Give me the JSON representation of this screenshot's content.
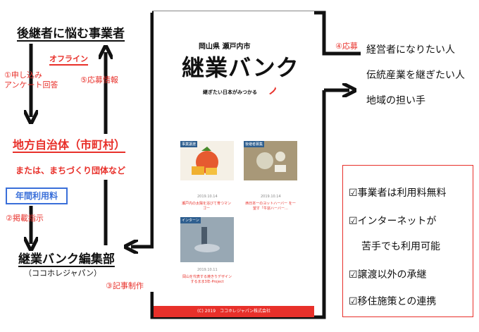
{
  "nodes": {
    "top_business": "後継者に悩む事業者",
    "offline": "オフライン",
    "step1": "①申し込み\nアンケート回答",
    "step5": "⑤応募情報",
    "local_gov": "地方自治体（市町村）",
    "local_gov_sub": "または、まちづくり団体など",
    "annual_fee": "年間利用料",
    "step2": "②掲載指示",
    "editorial": "継業バンク編集部",
    "editorial_sub": "（ココホレジャパン）",
    "step3": "③記事制作",
    "step4": "④応募"
  },
  "phone": {
    "region": "岡山県 瀬戸内市",
    "logo": "継業バンク",
    "tagline": "継ぎたい日本がみつかる",
    "cards": [
      {
        "tag": "事業譲渡",
        "date": "2019.10.14",
        "caption": "瀬戸内の太陽を浴びて育つマンゴー"
      },
      {
        "tag": "後継者募集",
        "date": "2019.10.14",
        "caption": "西日本一のヨットハーバー を一望す「牛窓ハーバー…"
      },
      {
        "tag": "インターン",
        "date": "2019.10.11",
        "caption": "岡山を代表する焼きりデザインするまま3年-Project"
      }
    ],
    "footer": "(C) 2019　ココホレジャパン株式会社"
  },
  "recipients": [
    "経営者になりたい人",
    "伝統産業を継ぎたい人",
    "地域の担い手"
  ],
  "features": [
    "☑事業者は利用料無料",
    "☑インターネットが",
    "苦手でも利用可能",
    "☑譲渡以外の承継",
    "☑移住施策との連携"
  ],
  "colors": {
    "accent": "#e8302a",
    "badge": "#3a6fd9"
  }
}
